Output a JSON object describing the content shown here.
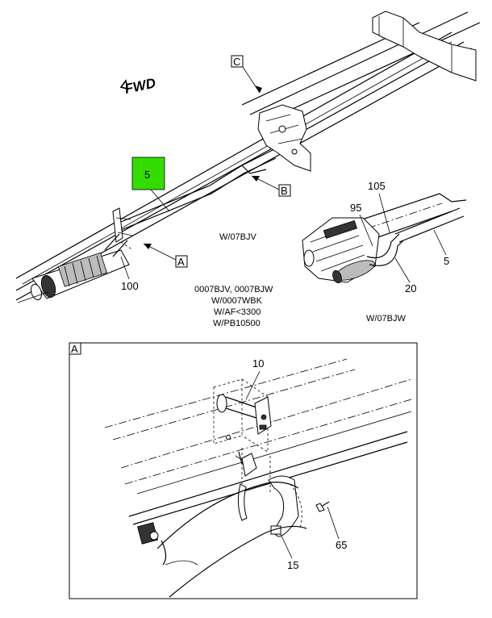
{
  "diagram": {
    "forward_label": "FWD",
    "callout_highlight_color": "#33dd00",
    "callouts": {
      "c5_highlight": "5",
      "c100": "100",
      "c105": "105",
      "c95": "95",
      "c20": "20",
      "c5_right": "5",
      "c10": "10",
      "c65": "65",
      "c15": "15"
    },
    "view_refs": {
      "a": "A",
      "b": "B",
      "c": "C",
      "detail_a": "A"
    },
    "notes": {
      "w07bjv": "W/07BJV",
      "w07bjw": "W/07BJW",
      "applic_1": "0007BJV, 0007BJW",
      "applic_2": "W/0007WBK",
      "applic_3": "W/AF<3300",
      "applic_4": "W/PB10500"
    }
  }
}
